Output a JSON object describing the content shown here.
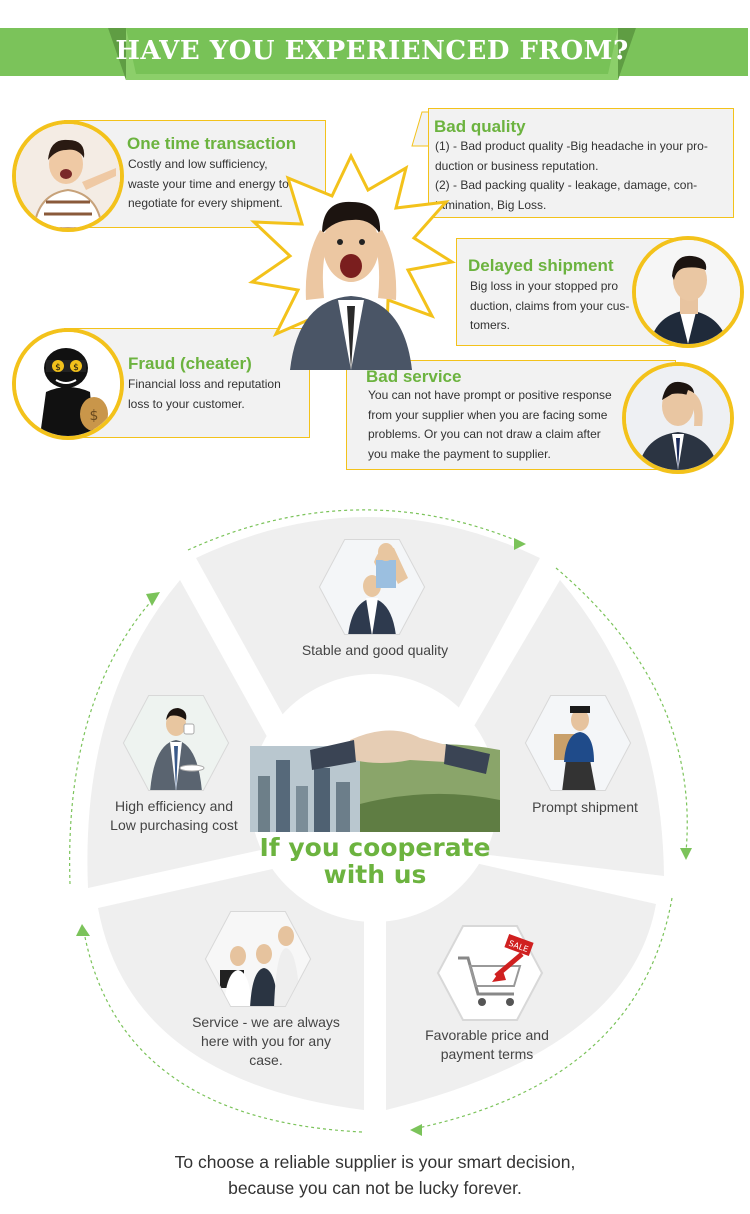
{
  "banner": {
    "title": "HAVE YOU EXPERIENCED FROM?",
    "bar_color": "#7bc35a"
  },
  "problems": [
    {
      "title": "One time transaction",
      "lines": [
        "Costly and low sufficiency,",
        "waste your time and energy to",
        "negotiate for every shipment."
      ],
      "icon": "angry-woman-pointing-icon"
    },
    {
      "title": "Bad quality",
      "lines": [
        "(1) - Bad product quality -Big headache in your pro-",
        "duction or business reputation.",
        "(2) - Bad packing quality - leakage, damage, con-",
        "tamination, Big Loss."
      ],
      "icon": "none"
    },
    {
      "title": "Delayed shipment",
      "lines": [
        "Big loss in your stopped pro",
        "duction, claims from your cus-",
        "tomers."
      ],
      "icon": "businessman-profile-icon"
    },
    {
      "title": "Fraud (cheater)",
      "lines": [
        "Financial loss and reputation",
        "loss to your customer."
      ],
      "icon": "thief-with-money-bag-icon"
    },
    {
      "title": "Bad service",
      "lines": [
        "You can not have prompt or positive response",
        "from your supplier when you are facing some",
        "problems. Or you can not draw a claim after",
        "you make the payment to supplier."
      ],
      "icon": "stressed-businessman-icon"
    }
  ],
  "central_figure": "screaming-businessman-icon",
  "wheel": {
    "segments": [
      {
        "label_lines": [
          "Stable and good quality"
        ],
        "icon": "businessmen-celebrating-icon"
      },
      {
        "label_lines": [
          "Prompt shipment"
        ],
        "icon": "delivery-man-running-icon"
      },
      {
        "label_lines": [
          "Favorable price and",
          "payment terms"
        ],
        "icon": "shopping-cart-sale-icon"
      },
      {
        "label_lines": [
          "Service - we are always",
          "here with you for any",
          "case."
        ],
        "icon": "team-meeting-icon"
      },
      {
        "label_lines": [
          "High efficiency and",
          "Low purchasing cost"
        ],
        "icon": "businessman-drinking-coffee-icon"
      }
    ],
    "center_lines": [
      "If you cooperate",
      "with us"
    ],
    "center_icon": "handshake-city-icon",
    "segment_color": "#efefef",
    "accent_green": "#6cb33f",
    "accent_yellow": "#f3c21b"
  },
  "footer": {
    "lines": [
      "To choose a reliable supplier is your smart decision,",
      "because you can not be lucky forever."
    ]
  }
}
